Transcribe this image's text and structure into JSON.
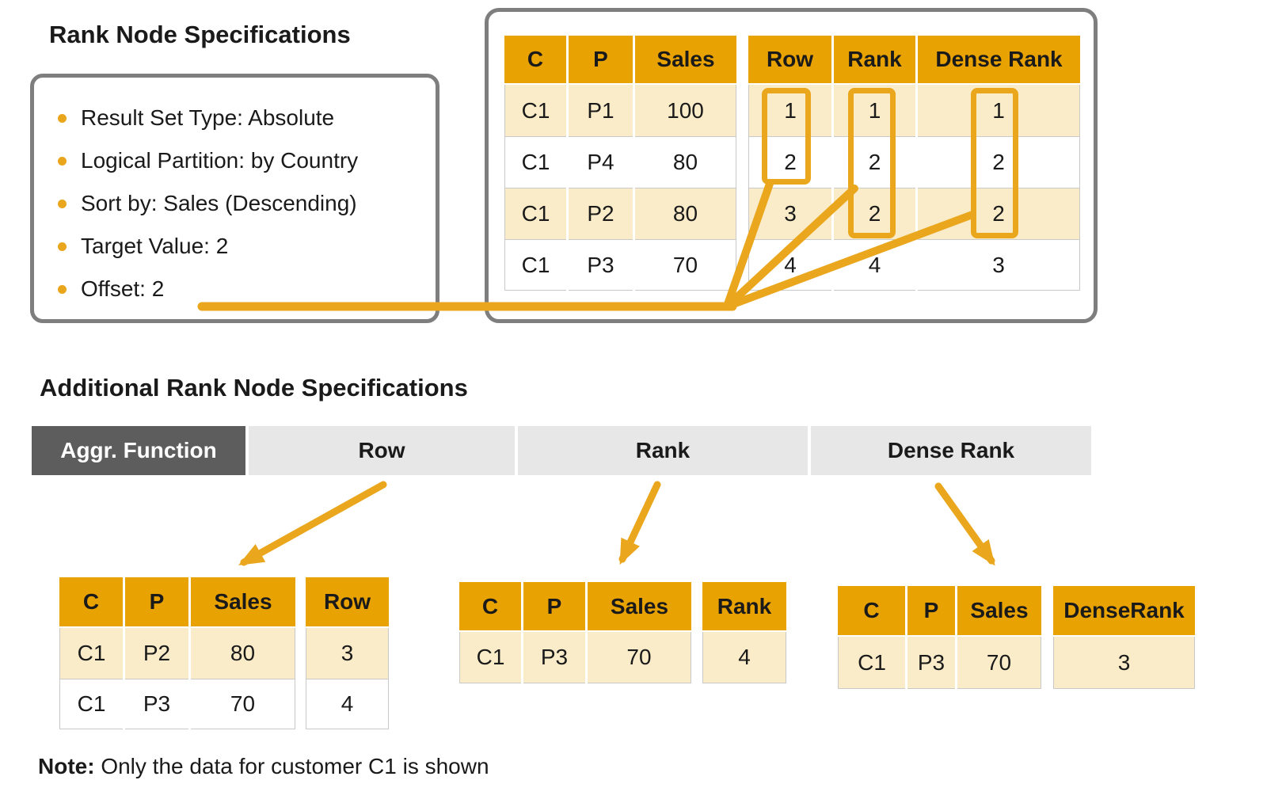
{
  "titles": {
    "main": "Rank Node Specifications",
    "additional": "Additional Rank Node Specifications"
  },
  "spec_box": {
    "bullets": [
      "Result Set Type: Absolute",
      "Logical Partition: by Country",
      "Sort by: Sales (Descending)",
      "Target Value: 2",
      "Offset: 2"
    ]
  },
  "main_table": {
    "headers": [
      "C",
      "P",
      "Sales",
      "Row",
      "Rank",
      "Dense Rank"
    ],
    "rows": [
      [
        "C1",
        "P1",
        "100",
        "1",
        "1",
        "1"
      ],
      [
        "C1",
        "P4",
        "80",
        "2",
        "2",
        "2"
      ],
      [
        "C1",
        "P2",
        "80",
        "3",
        "2",
        "2"
      ],
      [
        "C1",
        "P3",
        "70",
        "4",
        "4",
        "3"
      ]
    ]
  },
  "aggr_bar": {
    "cells": [
      "Aggr. Function",
      "Row",
      "Rank",
      "Dense Rank"
    ]
  },
  "row_table": {
    "headers": [
      "C",
      "P",
      "Sales",
      "Row"
    ],
    "rows": [
      [
        "C1",
        "P2",
        "80",
        "3"
      ],
      [
        "C1",
        "P3",
        "70",
        "4"
      ]
    ]
  },
  "rank_table": {
    "headers": [
      "C",
      "P",
      "Sales",
      "Rank"
    ],
    "rows": [
      [
        "C1",
        "P3",
        "70",
        "4"
      ]
    ]
  },
  "dense_table": {
    "headers": [
      "C",
      "P",
      "Sales",
      "DenseRank"
    ],
    "rows": [
      [
        "C1",
        "P3",
        "70",
        "3"
      ]
    ]
  },
  "note": {
    "label": "Note:",
    "text": " Only the data for customer C1 is shown"
  },
  "colors": {
    "header_orange": "#e8a201",
    "accent_orange": "#eaa71d",
    "cream": "#faecc8",
    "dark_gray": "#5d5d5d",
    "light_gray": "#e7e7e7",
    "box_border_gray": "#7e7e7e"
  }
}
